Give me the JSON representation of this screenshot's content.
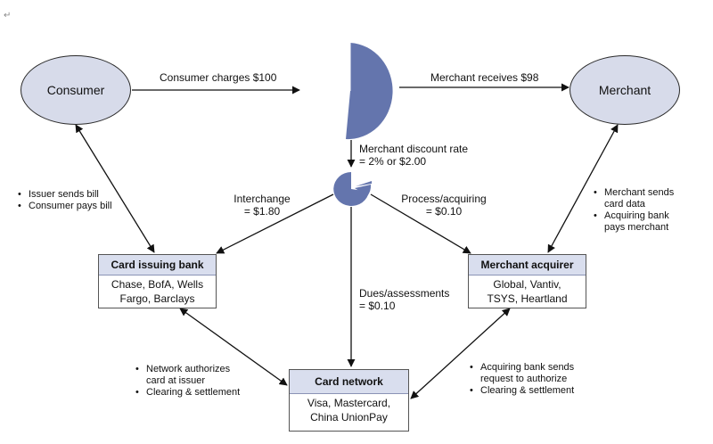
{
  "corner_mark": "↵",
  "nodes": {
    "consumer": "Consumer",
    "merchant": "Merchant"
  },
  "flows": {
    "consumer_charges": "Consumer charges $100",
    "merchant_receives": "Merchant receives $98",
    "discount_rate_1": "Merchant discount rate",
    "discount_rate_2": "= 2% or $2.00",
    "interchange_1": "Interchange",
    "interchange_2": "= $1.80",
    "process_1": "Process/acquiring",
    "process_2": "= $0.10",
    "dues_1": "Dues/assessments",
    "dues_2": "= $0.10"
  },
  "boxes": {
    "issuing_bank": {
      "title": "Card issuing bank",
      "lines": [
        "Chase, BofA, Wells",
        "Fargo, Barclays"
      ]
    },
    "merchant_acquirer": {
      "title": "Merchant acquirer",
      "lines": [
        "Global, Vantiv,",
        "TSYS, Heartland"
      ]
    },
    "card_network": {
      "title": "Card network",
      "lines": [
        "Visa, Mastercard,",
        "China UnionPay"
      ]
    }
  },
  "notes": {
    "consumer_issuer": [
      "Issuer sends bill",
      "Consumer pays bill"
    ],
    "merchant_acquirer": [
      "Merchant sends",
      "card data",
      "Acquiring bank",
      "pays merchant"
    ],
    "issuer_network": [
      "Network authorizes",
      "card at issuer",
      "Clearing & settlement"
    ],
    "acquirer_network": [
      "Acquiring bank sends",
      "request to authorize",
      "Clearing & settlement"
    ]
  },
  "colors": {
    "pie_fill": "#6475ad",
    "ellipse_fill": "#d7dbea",
    "header_fill": "#d9deee"
  }
}
